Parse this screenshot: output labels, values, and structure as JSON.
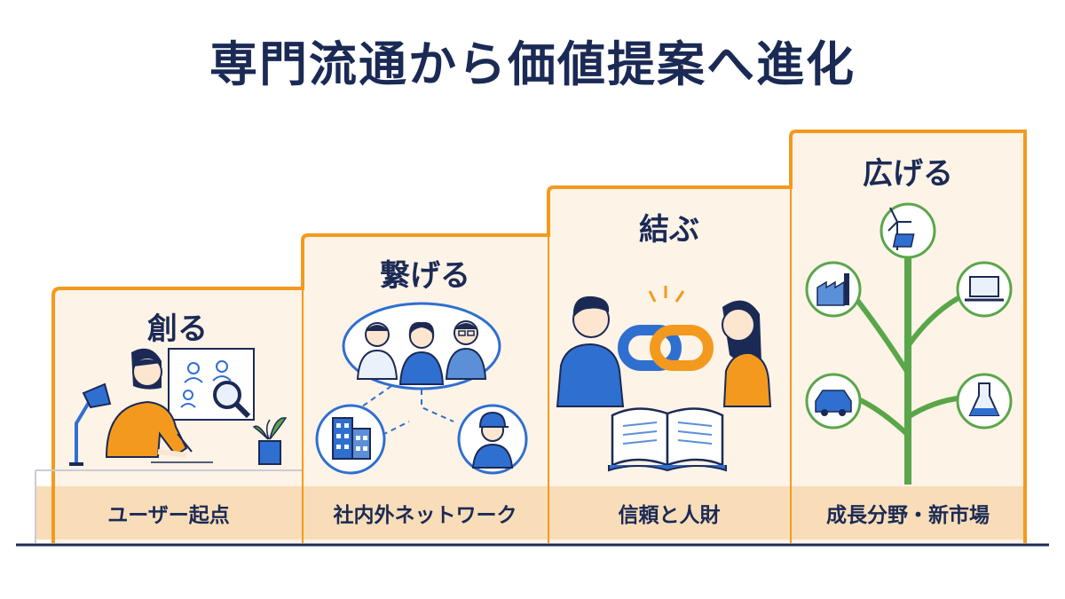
{
  "title": "専門流通から価値提案へ進化",
  "steps": [
    {
      "title": "創る",
      "label": "ユーザー起点"
    },
    {
      "title": "繋げる",
      "label": "社内外ネットワーク"
    },
    {
      "title": "結ぶ",
      "label": "信頼と人財"
    },
    {
      "title": "広げる",
      "label": "成長分野・新市場"
    }
  ],
  "colors": {
    "navy": "#1b2a55",
    "orange": "#f39a1e",
    "blue": "#2f6fd0",
    "green": "#5aa64a",
    "panel": "#fdf3e7",
    "band": "#f8ddb8"
  }
}
